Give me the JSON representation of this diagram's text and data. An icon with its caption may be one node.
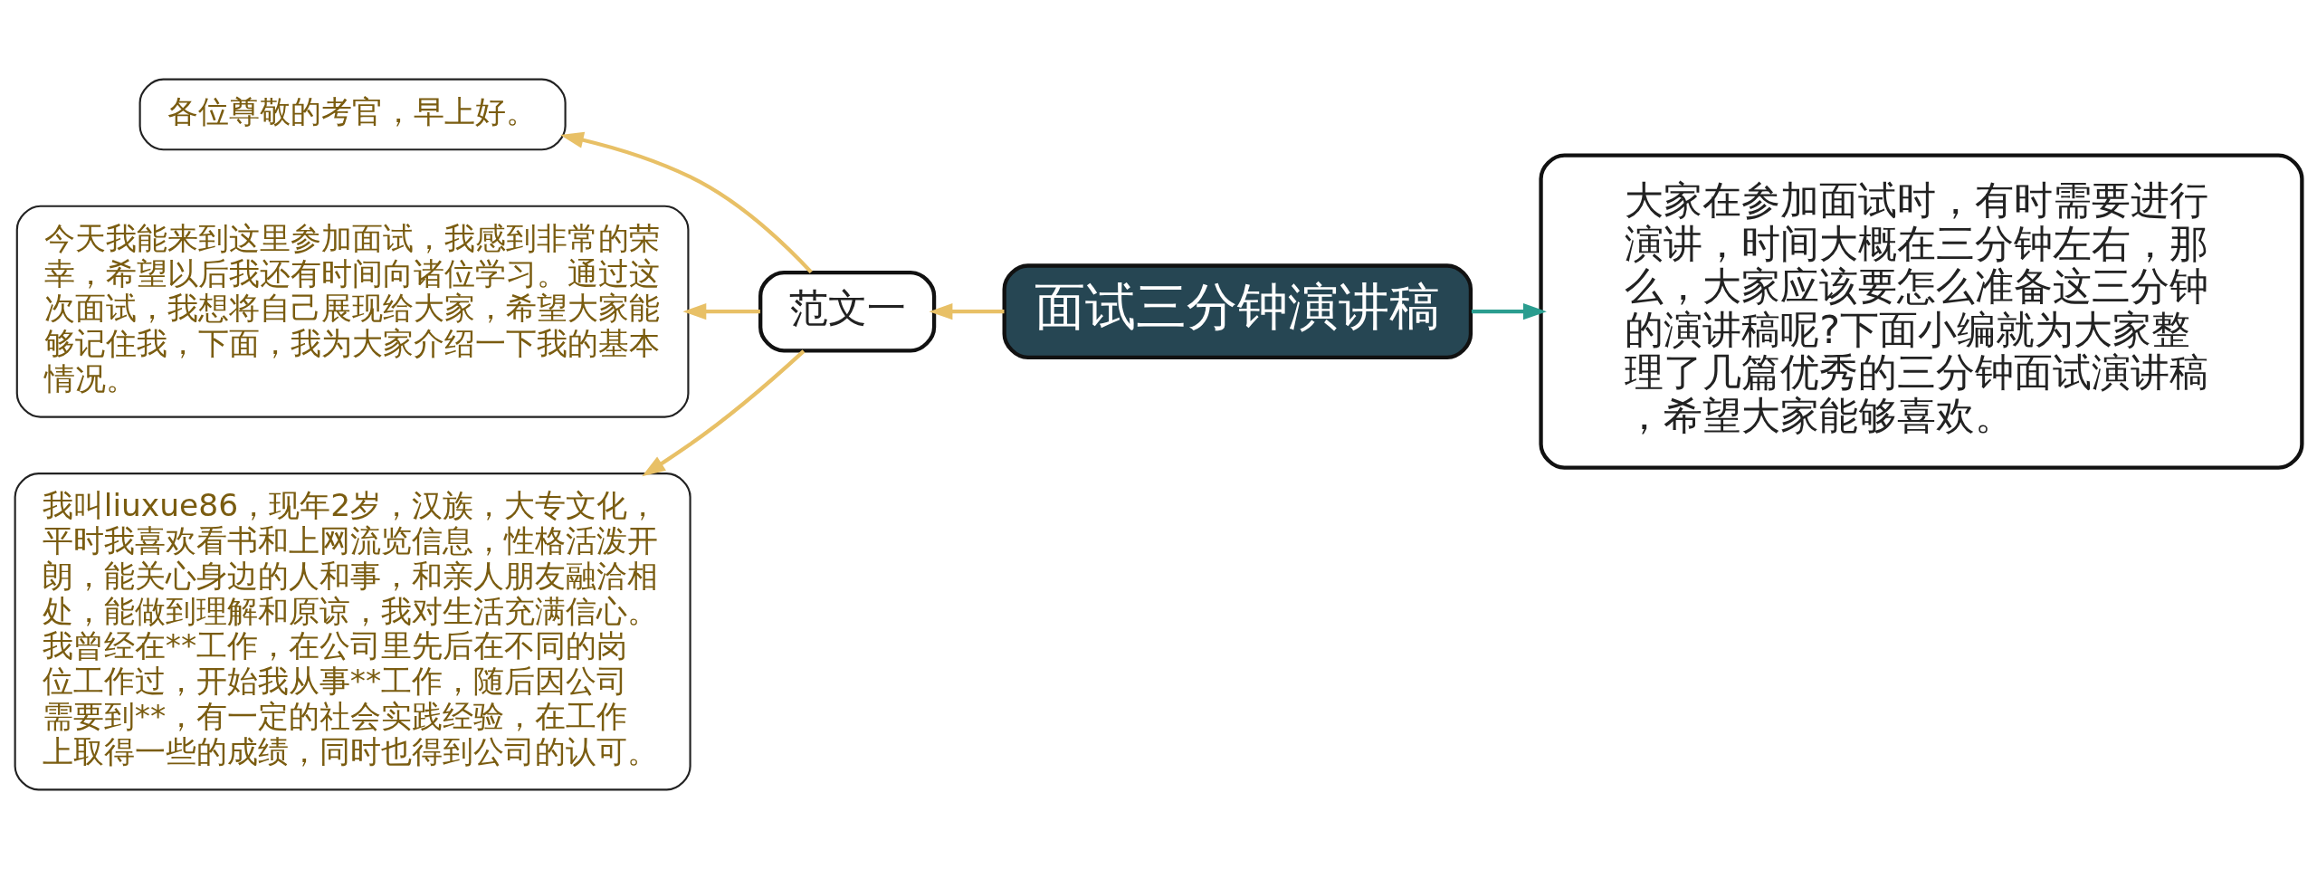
{
  "diagram": {
    "nodes": [
      {
        "text": [
          "面试三分钟演讲稿"
        ]
      },
      {
        "text": [
          "范文一"
        ]
      },
      {
        "text": [
          "各位尊敬的考官，早上好。"
        ]
      },
      {
        "text": [
          "今天我能来到这里参加面试，我感到非常的荣幸，希望以后我还有时间向诸位学习。通过这次面试，我想将自己展现给大家，希望大家能够记住我，下面，我为大家介绍一下我的基本情况。"
        ]
      },
      {
        "text": [
          "我叫liuxue86，现年2岁，汉族，大专文化，平时我喜欢看书和上网流览信息，性格活泼开朗，能关心身边的人和事，和亲人朋友融洽相处，能做到理解和原谅，我对生活充满信心。我曾经在**工作，在公司里先后在不同的岗位工作过，开始我从事**工作，随后因公司需要到**，有一定的社会实践经验，在工作上取得一些的成绩，同时也得到公司的认可。"
        ]
      },
      {
        "text": [
          "大家在参加面试时，有时需要进行演讲，时间大概在三分钟左右，那么，大家应该要怎么准备这三分钟的演讲稿呢?下面小编就为大家整理了几篇优秀的三分钟面试演讲稿，希望大家能够喜欢。"
        ]
      }
    ],
    "edges": [
      {
        "from": 0,
        "to": 1,
        "arrow": "to"
      },
      {
        "from": 1,
        "to": 2,
        "arrow": "to"
      },
      {
        "from": 1,
        "to": 3,
        "arrow": "to"
      },
      {
        "from": 1,
        "to": 4,
        "arrow": "to"
      },
      {
        "from": 0,
        "to": 5,
        "arrow": "to",
        "color": "#2a9d8f"
      }
    ]
  }
}
